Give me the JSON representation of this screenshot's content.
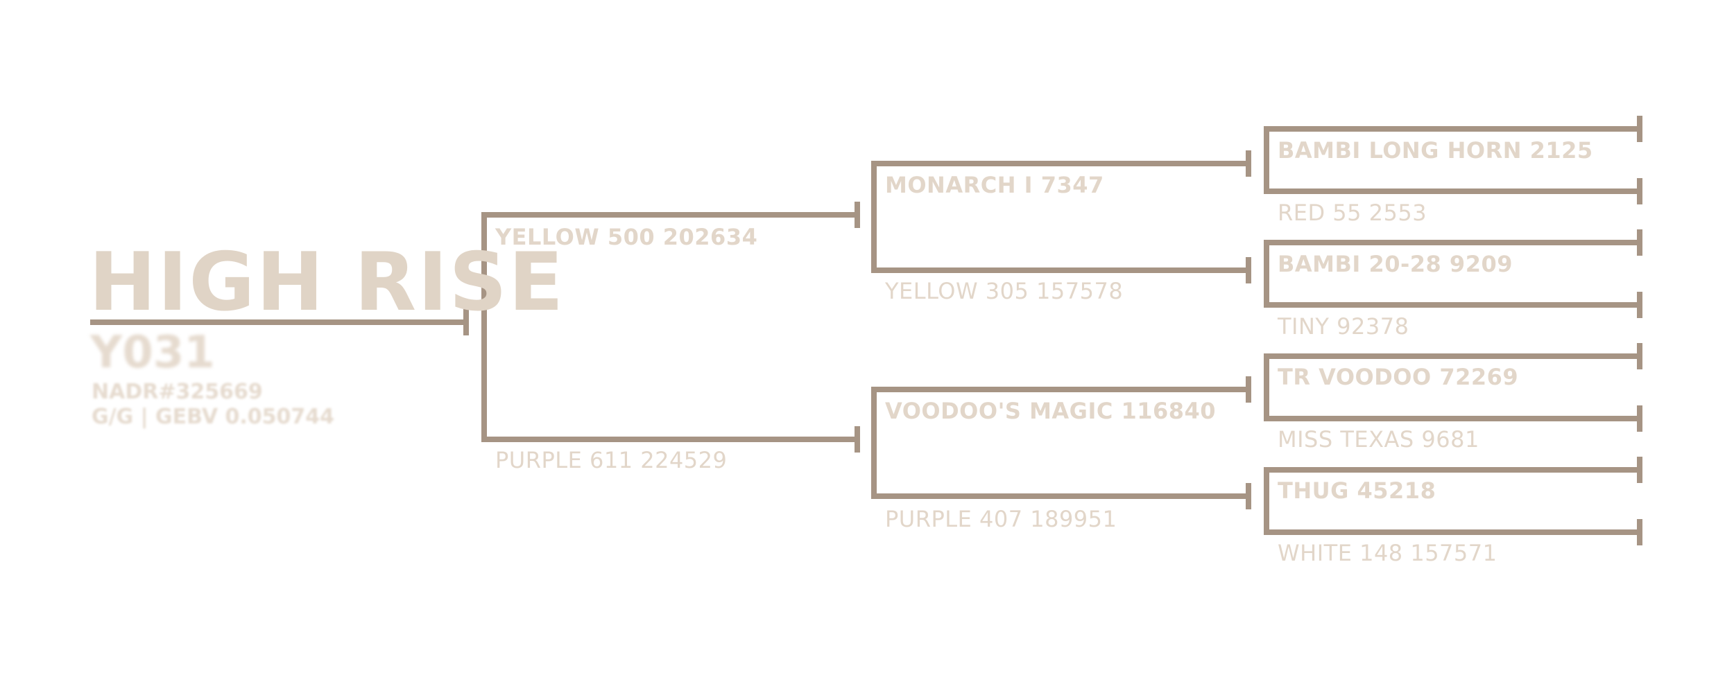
{
  "colors": {
    "line": "#a69484",
    "text": "#e2d6c9"
  },
  "subject": {
    "name": "HIGH RISE",
    "tag": "Y031",
    "registration": "NADR#325669",
    "genomics": "G/G | GEBV 0.050744"
  },
  "generation1": {
    "sire": "YELLOW 500 202634",
    "dam": "PURPLE 611 224529"
  },
  "generation2": {
    "sire_sire": "MONARCH I 7347",
    "sire_dam": "YELLOW 305 157578",
    "dam_sire": "VOODOO'S MAGIC 116840",
    "dam_dam": "PURPLE 407 189951"
  },
  "generation3": [
    {
      "sire": "BAMBI LONG HORN 2125",
      "dam": "RED 55 2553"
    },
    {
      "sire": "BAMBI 20-28 9209",
      "dam": "TINY 92378"
    },
    {
      "sire": "TR VOODOO 72269",
      "dam": "MISS TEXAS 9681"
    },
    {
      "sire": "THUG 45218",
      "dam": "WHITE 148 157571"
    }
  ]
}
